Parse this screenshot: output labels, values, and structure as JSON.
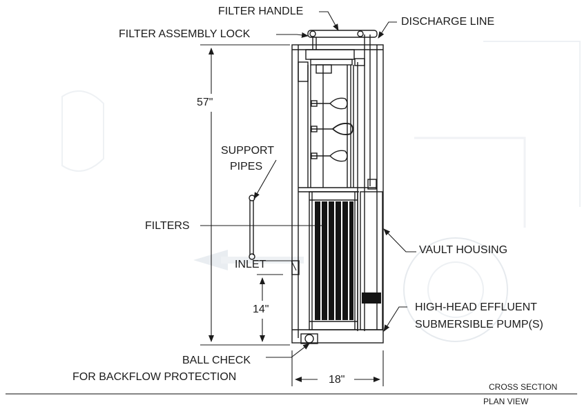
{
  "labels": {
    "filter_handle": "FILTER HANDLE",
    "filter_assembly_lock": "FILTER ASSEMBLY LOCK",
    "discharge_line": "DISCHARGE LINE",
    "height_57": "57\"",
    "support": "SUPPORT",
    "pipes": "PIPES",
    "filters": "FILTERS",
    "vault_housing": "VAULT HOUSING",
    "inlet": "INLET",
    "height_14": "14\"",
    "pump_line1": "HIGH-HEAD EFFLUENT",
    "pump_line2": "SUBMERSIBLE PUMP(S)",
    "ball_check": "BALL CHECK",
    "backflow": "FOR BACKFLOW PROTECTION",
    "width_18": "18\"",
    "cross_section": "CROSS SECTION",
    "plan_view": "PLAN VIEW"
  },
  "colors": {
    "ink": "#1b1b1b",
    "filter_fill": "#141414",
    "background_tint": "#eef1f4"
  }
}
